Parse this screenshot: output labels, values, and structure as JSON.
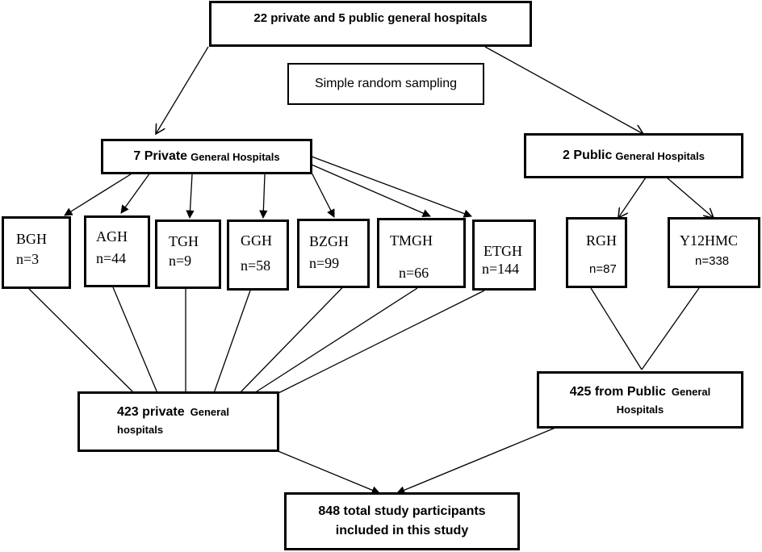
{
  "top": {
    "label": "22 private and 5 public general hospitals"
  },
  "sampling": {
    "label": "Simple random sampling"
  },
  "private_group": {
    "prefix": "7 Private",
    "suffix": "General Hospitals"
  },
  "public_group": {
    "prefix": "2 Public",
    "suffix": "General Hospitals"
  },
  "private_hospitals": [
    {
      "name": "BGH",
      "count": "n=3"
    },
    {
      "name": "AGH",
      "count": "n=44"
    },
    {
      "name": "TGH",
      "count": "n=9"
    },
    {
      "name": "GGH",
      "count": "n=58"
    },
    {
      "name": "BZGH",
      "count": "n=99"
    },
    {
      "name": "TMGH",
      "count": "n=66"
    },
    {
      "name": "ETGH",
      "count": "n=144"
    }
  ],
  "public_hospitals": [
    {
      "name": "RGH",
      "count": "n=87"
    },
    {
      "name": "Y12HMC",
      "count": "n=338"
    }
  ],
  "private_total": {
    "line1_prefix": "423 private",
    "line1_suffix": "General",
    "line2": "hospitals"
  },
  "public_total": {
    "line1_prefix": "425 from Public",
    "line1_suffix": "General",
    "line2": "Hospitals"
  },
  "final": {
    "line1": "848 total study participants",
    "line2": "included in this study"
  }
}
